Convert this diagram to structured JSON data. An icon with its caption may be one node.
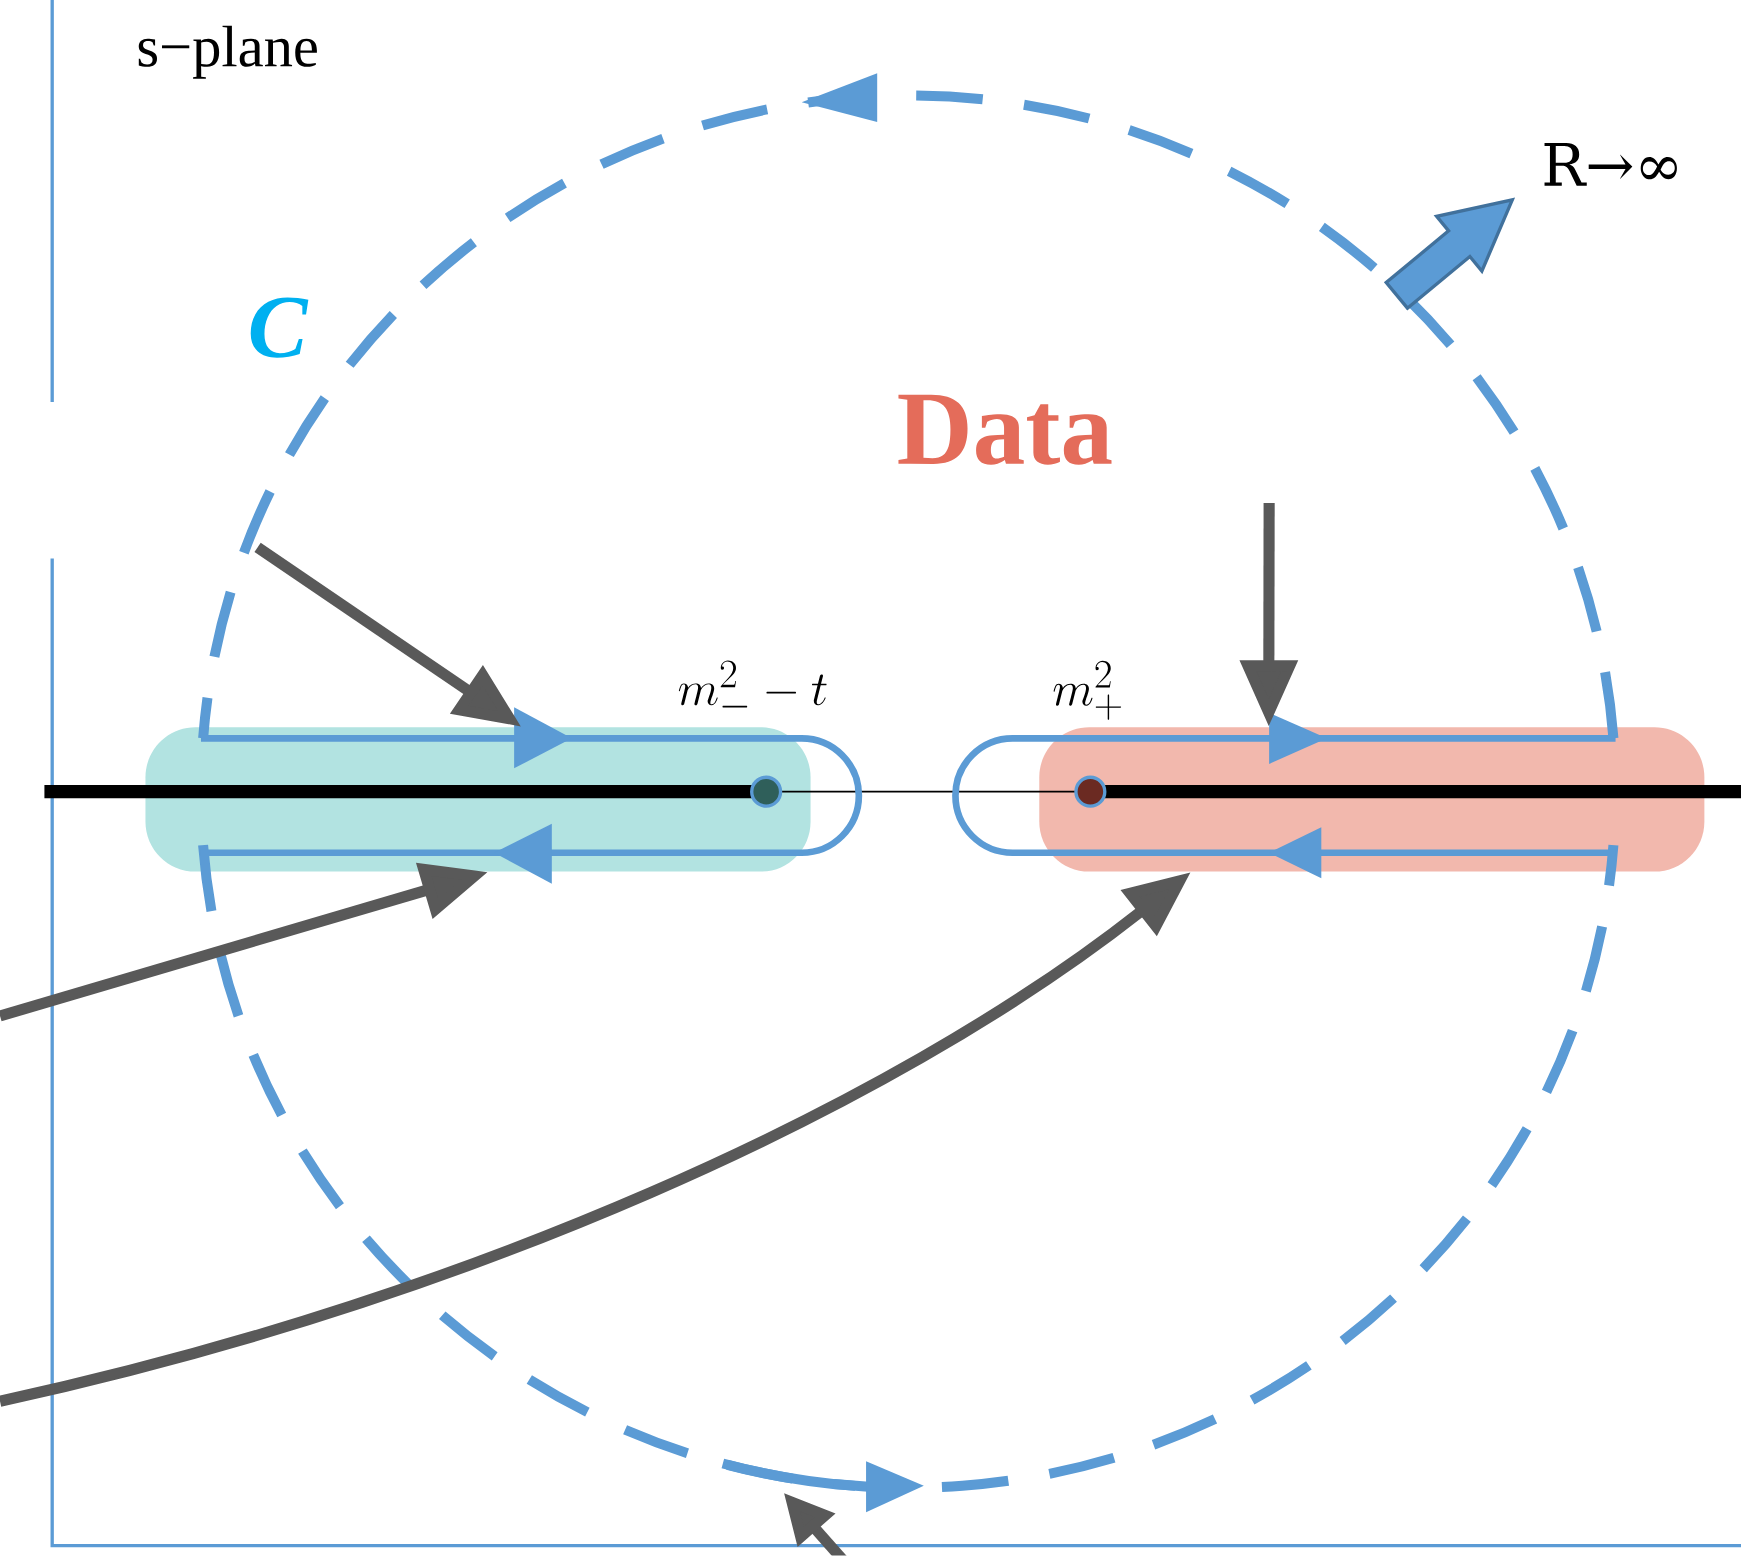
{
  "diagram": {
    "nodes": [
      {
        "text": [],
        "shape": "bar"
      },
      {
        "text": [],
        "shape": "bar"
      },
      {
        "text": [],
        "shape": "line"
      }
    ],
    "edges": [
      {
        "from": null,
        "to": 0,
        "arrow": "to"
      },
      {
        "from": null,
        "to": 0,
        "arrow": "to"
      },
      {
        "from": null,
        "to": 1,
        "arrow": "to"
      },
      {
        "from": null,
        "to": 1,
        "arrow": "to"
      },
      {
        "from": null,
        "to": 2,
        "arrow": "to"
      }
    ],
    "labels": [
      "s−plane",
      "C",
      "Data",
      "R→∞",
      "m_-^2 - t",
      "m_+^2"
    ]
  }
}
